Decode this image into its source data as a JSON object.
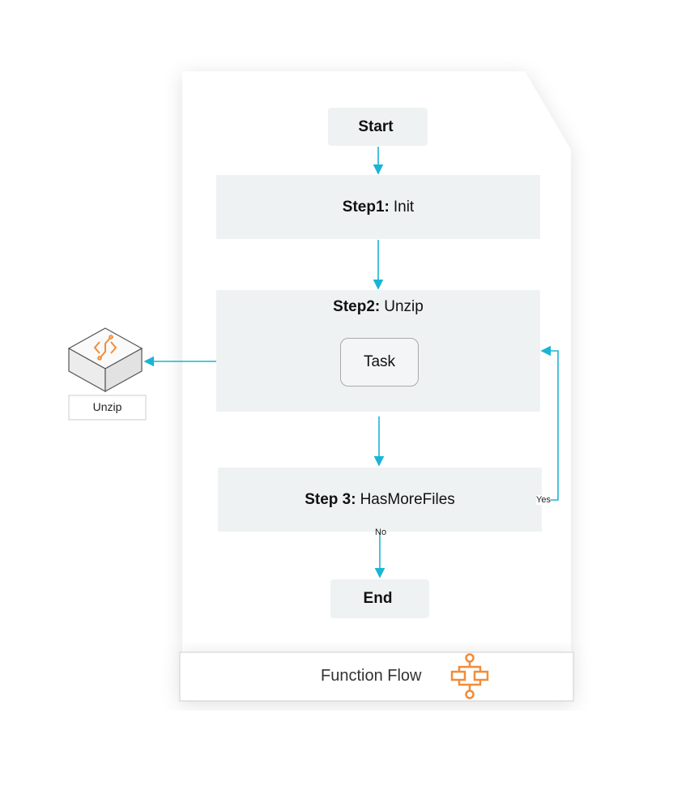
{
  "nodes": {
    "start": {
      "bold": "Start"
    },
    "step1": {
      "bold": "Step1:",
      "text": "Init"
    },
    "step2": {
      "bold": "Step2:",
      "text": "Unzip"
    },
    "task": {
      "text": "Task"
    },
    "step3": {
      "bold": "Step 3:",
      "text": "HasMoreFiles"
    },
    "end": {
      "bold": "End"
    }
  },
  "edges": {
    "yes": "Yes",
    "no": "No"
  },
  "external": {
    "unzip_label": "Unzip",
    "icon": "function-compute-icon"
  },
  "footer": {
    "title": "Function Flow",
    "icon": "flow-icon"
  },
  "colors": {
    "arrow": "#1ab4d6",
    "accent": "#f28c38",
    "node_bg": "#eff2f3"
  }
}
